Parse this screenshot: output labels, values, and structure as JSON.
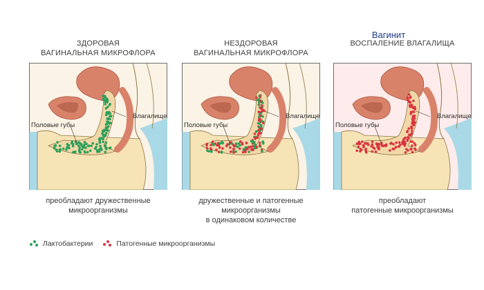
{
  "header": {
    "badge": "Вагинит"
  },
  "panels": [
    {
      "title_line1": "ЗДОРОВАЯ",
      "title_line2": "ВАГИНАЛЬНАЯ МИКРОФЛОРА",
      "label_lips": "Половые губы",
      "label_vagina": "Влагалище",
      "caption_line1": "преобладают дружественные",
      "caption_line2": "микроорганизмы",
      "caption_line3": "",
      "bg_color": "#fbf3e6",
      "dots": {
        "green": 0.75,
        "red": 0.0
      }
    },
    {
      "title_line1": "НЕЗДОРОВАЯ",
      "title_line2": "ВАГИНАЛЬНАЯ МИКРОФЛОРА",
      "label_lips": "Половые губы",
      "label_vagina": "Влагалище",
      "caption_line1": "дружественные и патогенные",
      "caption_line2": "микроорганизмы",
      "caption_line3": "в одинаковом количестве",
      "bg_color": "#fbf3e6",
      "dots": {
        "green": 0.5,
        "red": 0.5
      }
    },
    {
      "title_line1": "",
      "title_line2": "ВОСПАЛЕНИЕ ВЛАГАЛИЩА",
      "label_lips": "Половые губы",
      "label_vagina": "Влагалище",
      "caption_line1": "преобладают",
      "caption_line2": "патогенные микроорганизмы",
      "caption_line3": "",
      "bg_color": "#fdeceb",
      "dots": {
        "green": 0.0,
        "red": 0.85
      }
    }
  ],
  "legend": [
    {
      "label": "Лактобактерии",
      "color": "#2aa05a"
    },
    {
      "label": "Патогенные микроорганизмы",
      "color": "#d9343f"
    }
  ],
  "colors": {
    "uterus": "#d9826a",
    "uterus_dark": "#a9553f",
    "skin": "#f7e4b6",
    "skin_outline": "#8a7440",
    "blue_side": "#a9d9e6",
    "green_dot": "#2aa05a",
    "red_dot": "#d9343f"
  }
}
